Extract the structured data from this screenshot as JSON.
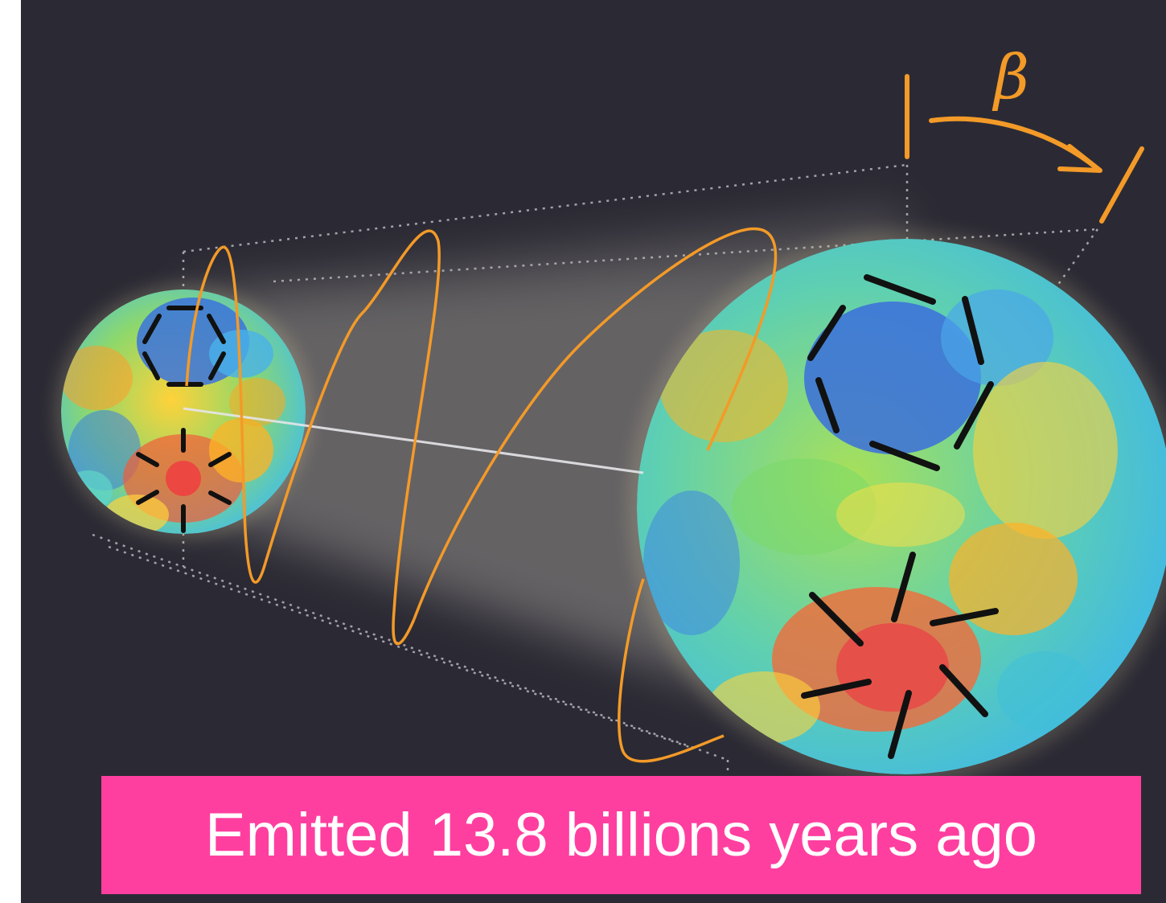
{
  "diagram": {
    "rotation_label": "β",
    "caption": "Emitted 13.8 billions years ago",
    "colors": {
      "background": "#2b2a34",
      "wave": "#f39a28",
      "caption_box": "#ff3f9f",
      "caption_text": "#ffffff",
      "polarization_ticks": "#111111"
    },
    "elements": {
      "small_sphere": "cmb-map-sphere-small",
      "large_sphere": "cmb-map-sphere-large",
      "wave": "polarization-wave",
      "rotation_arrow": "rotation-arrow"
    }
  }
}
